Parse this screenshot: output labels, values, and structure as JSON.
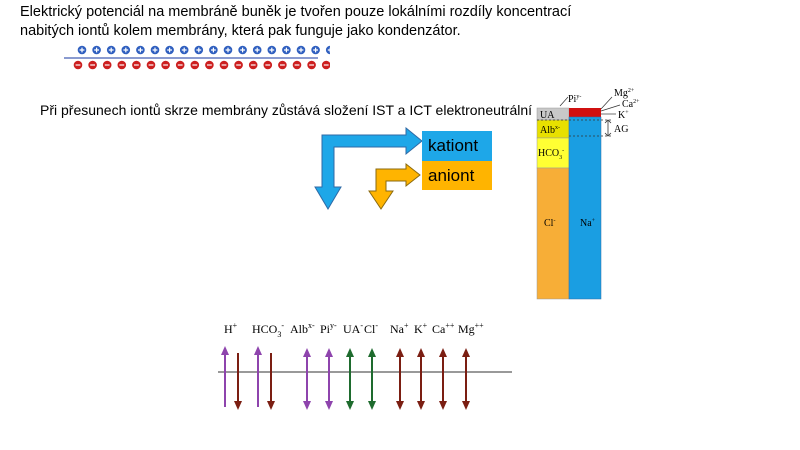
{
  "title": "Elektrický potenciál na membráně buněk je tvořen pouze lokálními rozdíly koncentrací nabitých iontů kolem membrány, která pak funguje jako kondenzátor.",
  "statement": "Při přesunech iontů skrze membrány zůstává složení IST a ICT elektroneutrální",
  "membrane": {
    "positive_count": 18,
    "negative_count": 18,
    "colors": {
      "positive": "#2f5fbf",
      "negative": "#cc1f1f",
      "line": "#8a9bd0"
    }
  },
  "exchange": {
    "cation_label": "kationt",
    "anion_label": "aniont",
    "cation_color": "#1ea7e8",
    "anion_color": "#ffb400"
  },
  "gamblegram": {
    "anion_segments": [
      {
        "label": "UA",
        "color": "#c8c8c8"
      },
      {
        "label": "Alb",
        "sup": "x-",
        "color": "#e8e000"
      },
      {
        "label": "HCO",
        "sub": "3",
        "sup": "-",
        "color": "#ffff33"
      },
      {
        "label": "Cl",
        "sup": "-",
        "color": "#f7ae37"
      }
    ],
    "cation_segments": [
      {
        "label": "Na",
        "sup": "+",
        "color": "#1a9ee2"
      }
    ],
    "top_labels": [
      {
        "label": "Pi",
        "sup": "y-"
      },
      {
        "label": "Mg",
        "sup": "2+"
      },
      {
        "label": "Ca",
        "sup": "2+"
      },
      {
        "label": "K",
        "sup": "+"
      },
      {
        "label": "AG"
      }
    ],
    "top_band_color": "#d01010"
  },
  "ion_transport": {
    "ions": [
      {
        "label": "H",
        "sup": "+"
      },
      {
        "label": "HCO",
        "sub": "3",
        "sup": "-"
      },
      {
        "label": "Alb",
        "sup": "x-"
      },
      {
        "label": "Pi",
        "sup": "y-"
      },
      {
        "label": "UA",
        "sup": "-"
      },
      {
        "label": "Cl",
        "sup": "-"
      },
      {
        "label": "Na",
        "sup": "+"
      },
      {
        "label": "K",
        "sup": "+"
      },
      {
        "label": "Ca",
        "sup": "++"
      },
      {
        "label": "Mg",
        "sup": "++"
      }
    ],
    "colors": {
      "purple": "#8e44ad",
      "brown": "#7b1e12",
      "green": "#1e6b2e",
      "axis": "#999999"
    }
  }
}
